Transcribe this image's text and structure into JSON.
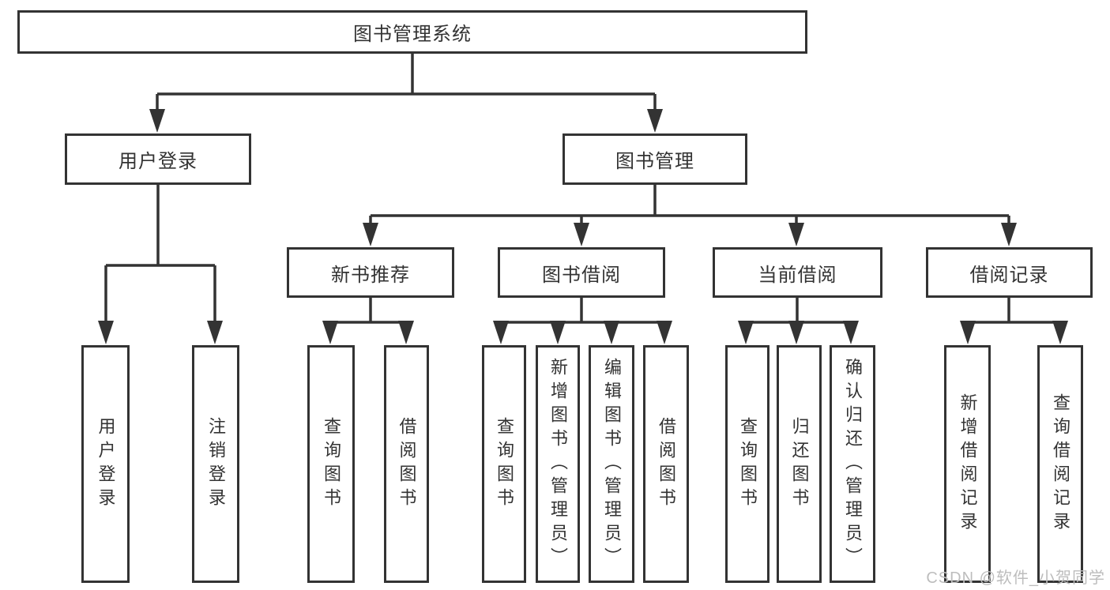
{
  "colors": {
    "line": "#333333",
    "text": "#333333",
    "background": "#ffffff",
    "watermark": "#bdbdbd"
  },
  "watermark": {
    "text": "CSDN @软件_小贺同学"
  },
  "tree": {
    "label": "图书管理系统",
    "children": [
      {
        "label": "用户登录",
        "children": [
          {
            "label": "用户登录"
          },
          {
            "label": "注销登录"
          }
        ]
      },
      {
        "label": "图书管理",
        "children": [
          {
            "label": "新书推荐",
            "children": [
              {
                "label": "查询图书"
              },
              {
                "label": "借阅图书"
              }
            ]
          },
          {
            "label": "图书借阅",
            "children": [
              {
                "label": "查询图书"
              },
              {
                "label": "新增图书（管理员）"
              },
              {
                "label": "编辑图书（管理员）"
              },
              {
                "label": "借阅图书"
              }
            ]
          },
          {
            "label": "当前借阅",
            "children": [
              {
                "label": "查询图书"
              },
              {
                "label": "归还图书"
              },
              {
                "label": "确认归还（管理员）"
              }
            ]
          },
          {
            "label": "借阅记录",
            "children": [
              {
                "label": "新增借阅记录"
              },
              {
                "label": "查询借阅记录"
              }
            ]
          }
        ]
      }
    ]
  }
}
